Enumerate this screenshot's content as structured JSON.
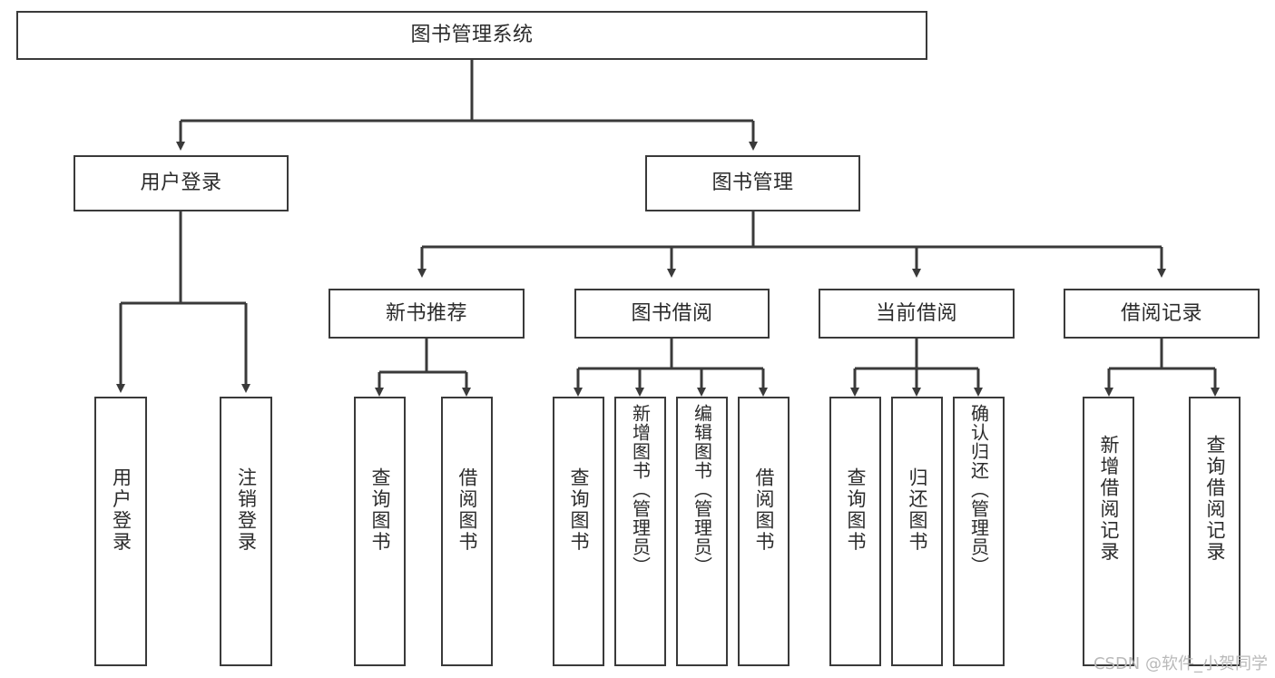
{
  "diagram": {
    "type": "tree-hierarchy",
    "title": "图书管理系统",
    "root": {
      "label": "图书管理系统"
    },
    "level2": [
      {
        "label": "用户登录"
      },
      {
        "label": "图书管理"
      }
    ],
    "level3": [
      {
        "label": "新书推荐"
      },
      {
        "label": "图书借阅"
      },
      {
        "label": "当前借阅"
      },
      {
        "label": "借阅记录"
      }
    ],
    "leaves": {
      "user_login": [
        {
          "label": "用户登录"
        },
        {
          "label": "注销登录"
        }
      ],
      "new_book_recommend": [
        {
          "label": "查询图书"
        },
        {
          "label": "借阅图书"
        }
      ],
      "book_borrow": [
        {
          "label": "查询图书"
        },
        {
          "label": "新增图书（管理员）"
        },
        {
          "label": "编辑图书（管理员）"
        },
        {
          "label": "借阅图书"
        }
      ],
      "current_borrow": [
        {
          "label": "查询图书"
        },
        {
          "label": "归还图书"
        },
        {
          "label": "确认归还（管理员）"
        }
      ],
      "borrow_record": [
        {
          "label": "新增借阅记录"
        },
        {
          "label": "查询借阅记录"
        }
      ]
    },
    "colors": {
      "stroke": "#3a3a3a",
      "fill": "#ffffff",
      "text": "#2b2b2b"
    }
  },
  "watermark": {
    "text": "CSDN @软件_小贺同学"
  }
}
